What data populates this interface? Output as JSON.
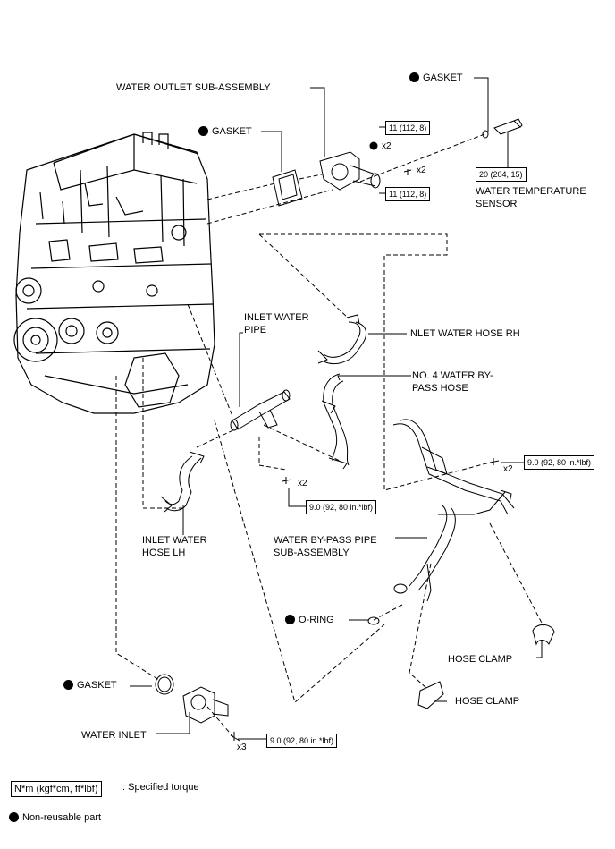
{
  "labels": {
    "water_outlet": "WATER OUTLET SUB-ASSEMBLY",
    "gasket_top_right": "GASKET",
    "gasket_top_left": "GASKET",
    "water_temp_sensor": "WATER TEMPERATURE SENSOR",
    "inlet_water_pipe": "INLET WATER PIPE",
    "inlet_water_hose_rh": "INLET WATER HOSE RH",
    "no4_bypass_hose": "NO. 4 WATER BY-PASS HOSE",
    "inlet_water_hose_lh": "INLET WATER HOSE LH",
    "water_bypass_pipe": "WATER BY-PASS PIPE SUB-ASSEMBLY",
    "o_ring": "O-RING",
    "hose_clamp_1": "HOSE CLAMP",
    "hose_clamp_2": "HOSE CLAMP",
    "gasket_bottom": "GASKET",
    "water_inlet": "WATER INLET"
  },
  "torques": {
    "outlet_upper": "11 (112, 8)",
    "outlet_lower": "11 (112, 8)",
    "temp_sensor": "20 (204, 15)",
    "bypass_pipe": "9.0 (92, 80 in.*lbf)",
    "inlet_pipe": "9.0 (92, 80 in.*lbf)",
    "water_inlet": "9.0 (92, 80 in.*lbf)"
  },
  "quantities": {
    "outlet_upper": "x2",
    "outlet_lower": "x2",
    "bypass_pipe": "x2",
    "inlet_pipe": "x2",
    "water_inlet": "x3"
  },
  "legend": {
    "torque_box": "N*m (kgf*cm, ft*lbf)",
    "torque_desc": ": Specified torque",
    "non_reusable": "Non-reusable part"
  }
}
